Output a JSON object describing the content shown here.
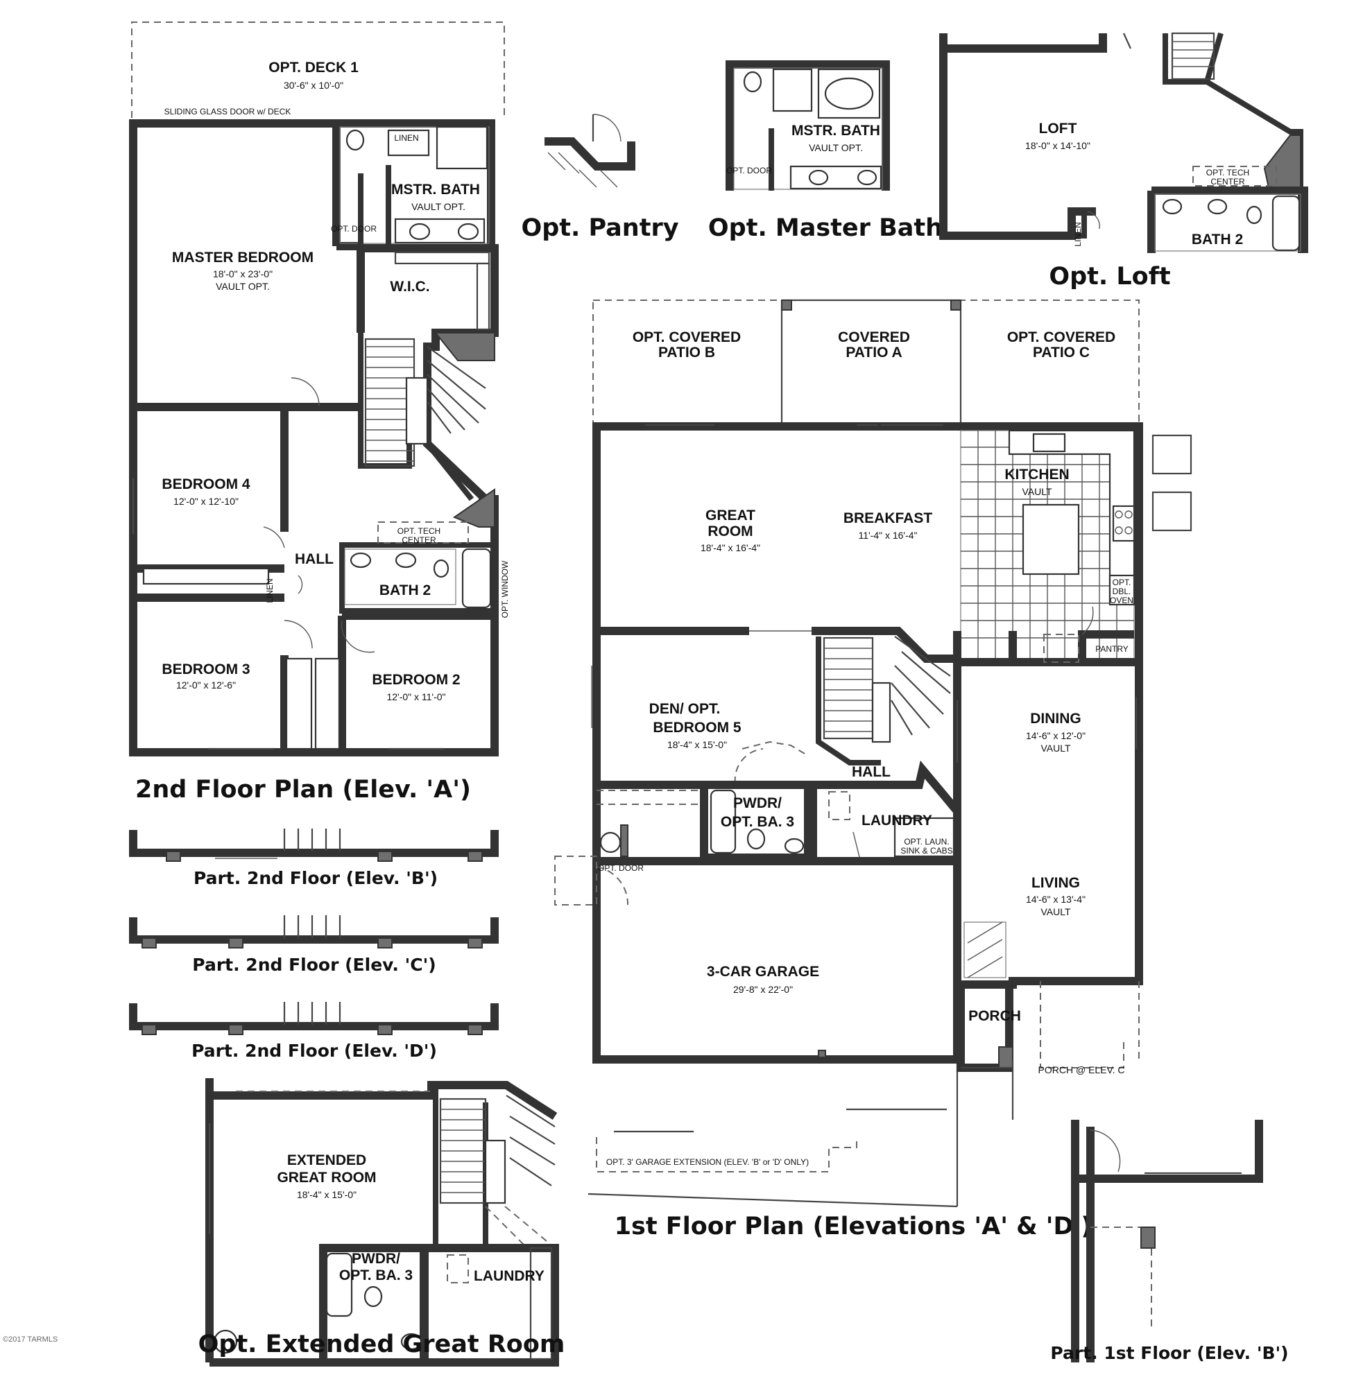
{
  "titles": {
    "second_floor": "2nd Floor Plan (Elev. 'A')",
    "part_b": "Part. 2nd Floor (Elev. 'B')",
    "part_c": "Part. 2nd Floor (Elev. 'C')",
    "part_d": "Part. 2nd Floor (Elev. 'D')",
    "ext_great": "Opt. Extended Great Room",
    "pantry": "Opt. Pantry",
    "master_bath": "Opt. Master Bath",
    "loft": "Opt. Loft",
    "first_floor": "1st Floor Plan (Elevations 'A' & 'D')",
    "part_first_b": "Part. 1st Floor (Elev. 'B')"
  },
  "second_floor": {
    "deck": {
      "name": "OPT. DECK 1",
      "dim": "30'-6\" x 10'-0\""
    },
    "sliding_door": "SLIDING GLASS DOOR w/ DECK",
    "linen": "LINEN",
    "mstr_bath": {
      "name": "MSTR. BATH",
      "note": "VAULT OPT."
    },
    "opt_door": "OPT. DOOR",
    "master": {
      "name": "MASTER BEDROOM",
      "dim": "18'-0\" x 23'-0\"",
      "note": "VAULT OPT."
    },
    "wic": "W.I.C.",
    "bed4": {
      "name": "BEDROOM 4",
      "dim": "12'-0\" x 12'-10\""
    },
    "hall": "HALL",
    "tech1": "OPT. TECH",
    "tech2": "CENTER",
    "bath2": "BATH 2",
    "linen_v": "LINEN",
    "opt_window": "OPT. WINDOW",
    "bed3": {
      "name": "BEDROOM 3",
      "dim": "12'-0\" x 12'-6\""
    },
    "bed2": {
      "name": "BEDROOM 2",
      "dim": "12'-0\" x 11'-0\""
    }
  },
  "ext_great": {
    "name1": "EXTENDED",
    "name2": "GREAT ROOM",
    "dim": "18'-4\" x 15'-0\"",
    "pwdr1": "PWDR/",
    "pwdr2": "OPT. BA. 3",
    "laundry": "LAUNDRY"
  },
  "opt_master_bath": {
    "name": "MSTR. BATH",
    "note": "VAULT OPT.",
    "door": "OPT. DOOR"
  },
  "loft": {
    "name": "LOFT",
    "dim": "18'-0\" x 14'-10\"",
    "tech1": "OPT. TECH",
    "tech2": "CENTER",
    "bath2": "BATH 2",
    "linen": "LINEN"
  },
  "first_floor": {
    "patio_b1": "OPT. COVERED",
    "patio_b2": "PATIO B",
    "patio_a1": "COVERED",
    "patio_a2": "PATIO A",
    "patio_c1": "OPT. COVERED",
    "patio_c2": "PATIO C",
    "great1": "GREAT",
    "great2": "ROOM",
    "great_dim": "18'-4\" x 16'-4\"",
    "breakfast": "BREAKFAST",
    "breakfast_dim": "11'-4\" x 16'-4\"",
    "kitchen": "KITCHEN",
    "kitchen_note": "VAULT",
    "dbl1": "OPT.",
    "dbl2": "DBL.",
    "dbl3": "OVEN",
    "pantry": "PANTRY",
    "den1": "DEN/ OPT.",
    "den2": "BEDROOM 5",
    "den_dim": "18'-4\" x 15'-0\"",
    "hall": "HALL",
    "dining": "DINING",
    "dining_dim": "14'-6\" x 12'-0\"",
    "dining_note": "VAULT",
    "pwdr1": "PWDR/",
    "pwdr2": "OPT. BA. 3",
    "laundry": "LAUNDRY",
    "laun1": "OPT. LAUN.",
    "laun2": "SINK & CABS",
    "opt_door": "OPT. DOOR",
    "living": "LIVING",
    "living_dim": "14'-6\" x 13'-4\"",
    "living_note": "VAULT",
    "garage": "3-CAR GARAGE",
    "garage_dim": "29'-8\" x 22'-0\"",
    "porch": "PORCH",
    "porch_c": "PORCH @ ELEV. C",
    "garage_ext": "OPT. 3' GARAGE EXTENSION (ELEV. 'B' or 'D' ONLY)"
  },
  "watermark": "©2017 TARMLS"
}
